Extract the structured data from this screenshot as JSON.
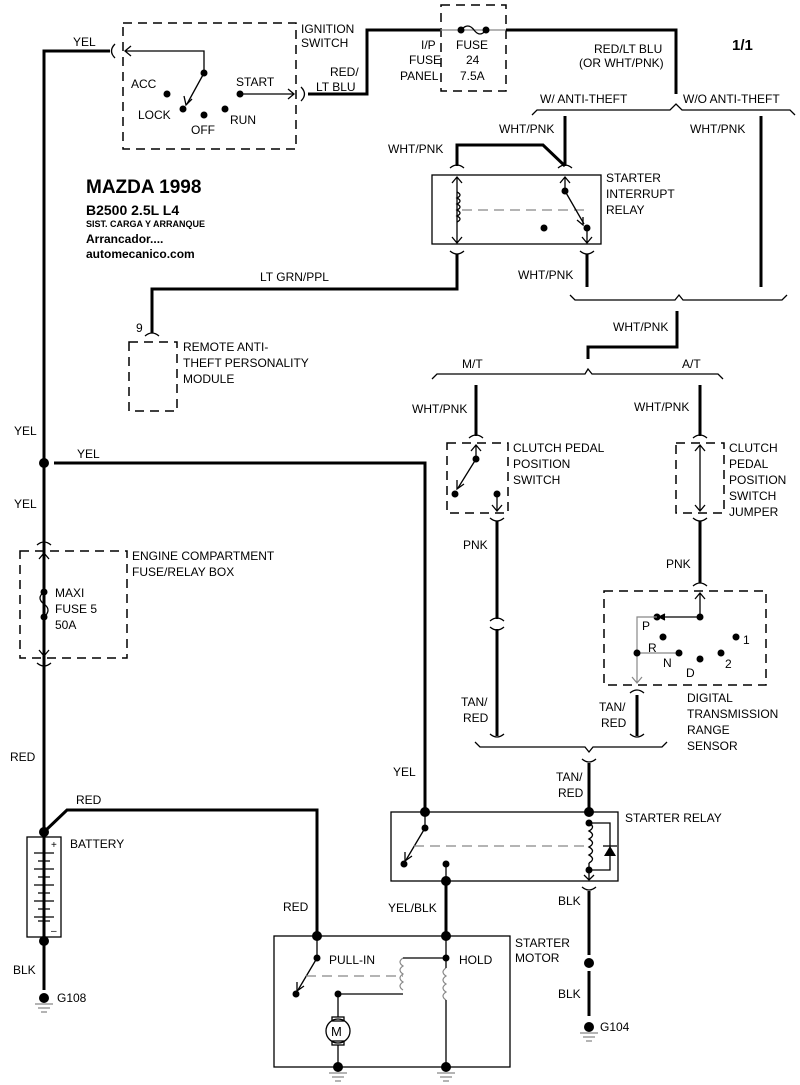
{
  "header": {
    "page_number": "1/1",
    "title": "MAZDA 1998",
    "model": "B2500   2.5L  L4",
    "system": "SIST. CARGA Y ARRANQUE",
    "section": "Arrancador....",
    "website": "automecanico.com"
  },
  "components": {
    "ignition_switch": {
      "label_line1": "IGNITION",
      "label_line2": "SWITCH",
      "positions": [
        "ACC",
        "LOCK",
        "OFF",
        "RUN",
        "START"
      ]
    },
    "ip_fuse_panel": {
      "label_line1": "I/P",
      "label_line2": "FUSE",
      "label_line3": "PANEL",
      "fuse_line1": "FUSE",
      "fuse_line2": "24",
      "fuse_line3": "7.5A"
    },
    "starter_interrupt_relay": {
      "label_line1": "STARTER",
      "label_line2": "INTERRUPT",
      "label_line3": "RELAY"
    },
    "anti_theft_module": {
      "pin": "9",
      "label_line1": "REMOTE ANTI-",
      "label_line2": "THEFT PERSONALITY",
      "label_line3": "MODULE"
    },
    "clutch_switch": {
      "label_line1": "CLUTCH PEDAL",
      "label_line2": "POSITION",
      "label_line3": "SWITCH"
    },
    "clutch_jumper": {
      "label_line1": "CLUTCH",
      "label_line2": "PEDAL",
      "label_line3": "POSITION",
      "label_line4": "SWITCH",
      "label_line5": "JUMPER"
    },
    "engine_fuse_box": {
      "label_line1": "ENGINE COMPARTMENT",
      "label_line2": "FUSE/RELAY BOX",
      "fuse_line1": "MAXI",
      "fuse_line2": "FUSE 5",
      "fuse_line3": "50A"
    },
    "range_sensor": {
      "label_line1": "DIGITAL",
      "label_line2": "TRANSMISSION",
      "label_line3": "RANGE",
      "label_line4": "SENSOR",
      "positions": [
        "P",
        "R",
        "N",
        "D",
        "2",
        "1"
      ]
    },
    "battery": {
      "label": "BATTERY",
      "plus": "+",
      "minus": "–"
    },
    "starter_relay": {
      "label": "STARTER RELAY"
    },
    "starter_motor": {
      "label_line1": "STARTER",
      "label_line2": "MOTOR",
      "pull_in": "PULL-IN",
      "hold": "HOLD",
      "motor_symbol": "M"
    },
    "grounds": {
      "g108": "G108",
      "g104": "G104"
    }
  },
  "branches": {
    "with_anti_theft": "W/ ANTI-THEFT",
    "without_anti_theft": "W/O ANTI-THEFT",
    "manual": "M/T",
    "automatic": "A/T"
  },
  "wires": {
    "yel_top": "YEL",
    "red_lt_blu_1": "RED/",
    "red_lt_blu_2": "LT BLU",
    "red_lt_blu_alt_1": "RED/LT BLU",
    "red_lt_blu_alt_2": "(OR WHT/PNK)",
    "wht_pnk_relay_in": "WHT/PNK",
    "wht_pnk_relay_coil": "WHT/PNK",
    "wht_pnk_wo": "WHT/PNK",
    "wht_pnk_relay_out": "WHT/PNK",
    "lt_grn_ppl": "LT GRN/PPL",
    "wht_pnk_merge": "WHT/PNK",
    "wht_pnk_mt": "WHT/PNK",
    "wht_pnk_at": "WHT/PNK",
    "yel_left_upper": "YEL",
    "yel_branch": "YEL",
    "yel_left_lower": "YEL",
    "pnk_mt": "PNK",
    "pnk_at": "PNK",
    "tan_red_mt_1": "TAN/",
    "tan_red_mt_2": "RED",
    "tan_red_at_1": "TAN/",
    "tan_red_at_2": "RED",
    "tan_red_merge_1": "TAN/",
    "tan_red_merge_2": "RED",
    "red_left": "RED",
    "red_batt": "RED",
    "red_motor": "RED",
    "yel_relay": "YEL",
    "yel_blk": "YEL/BLK",
    "blk_batt": "BLK",
    "blk_relay_1": "BLK",
    "blk_relay_2": "BLK"
  }
}
